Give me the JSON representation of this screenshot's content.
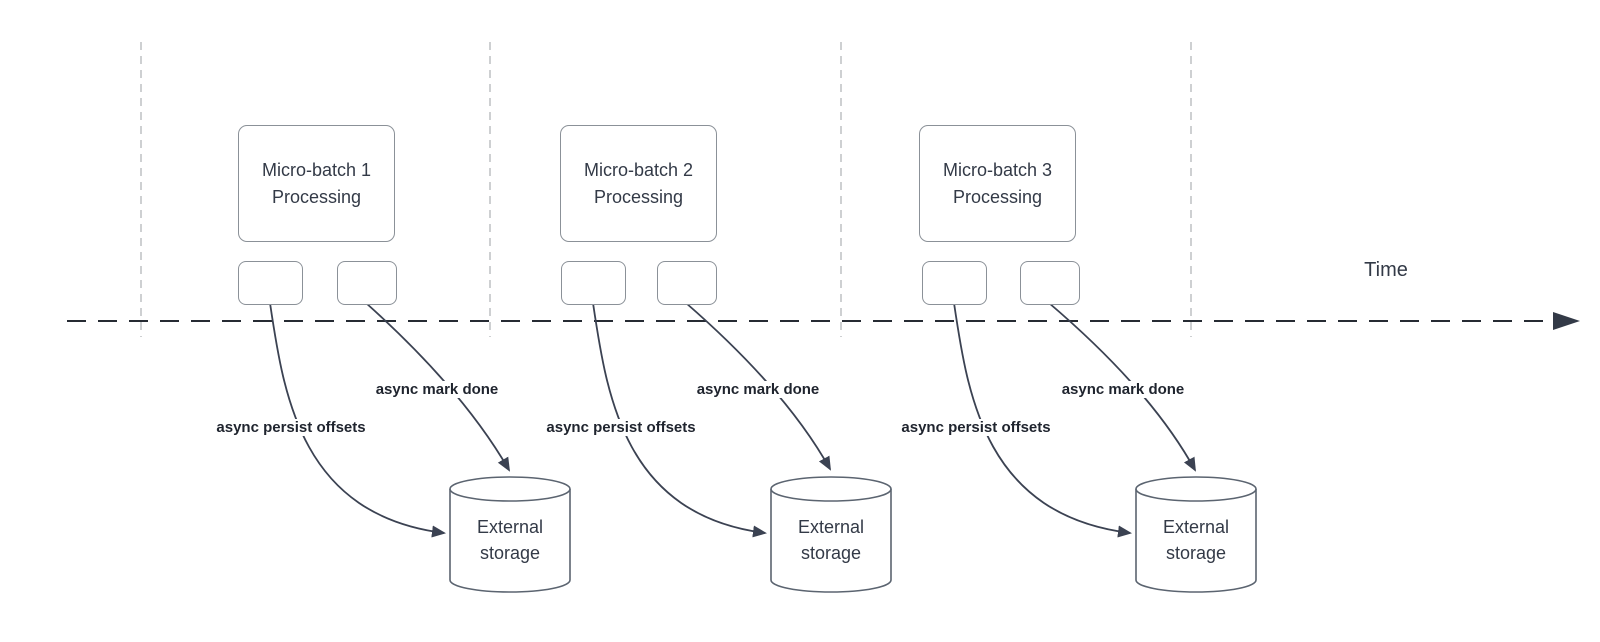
{
  "diagram": {
    "time_axis": {
      "label": "Time"
    },
    "batches": [
      {
        "title_lines": [
          "Micro-batch 1",
          "Processing"
        ],
        "persist_arrow_label": "async persist offsets",
        "mark_done_arrow_label": "async mark done",
        "storage_lines": [
          "External",
          "storage"
        ]
      },
      {
        "title_lines": [
          "Micro-batch 2",
          "Processing"
        ],
        "persist_arrow_label": "async persist offsets",
        "mark_done_arrow_label": "async mark done",
        "storage_lines": [
          "External",
          "storage"
        ]
      },
      {
        "title_lines": [
          "Micro-batch 3",
          "Processing"
        ],
        "persist_arrow_label": "async persist offsets",
        "mark_done_arrow_label": "async mark done",
        "storage_lines": [
          "External",
          "storage"
        ]
      }
    ],
    "colors": {
      "background": "#ffffff",
      "curve_stroke": "#3b4252",
      "timeline_stroke": "#262b33",
      "shape_border": "#8b9198",
      "guide_line": "#b9bcbe",
      "shape_text": "#333a47",
      "arrow_label_text": "#1f242e"
    }
  }
}
